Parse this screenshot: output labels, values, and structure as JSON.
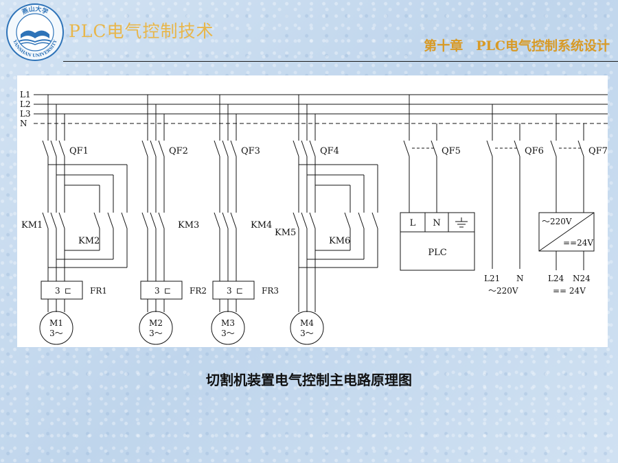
{
  "header": {
    "logo_text_top": "燕山大学",
    "logo_text_bottom": "YANSHAN UNIVERSITY",
    "course_title": "PLC电气控制技术",
    "chapter_title": "第十章　PLC电气控制系统设计"
  },
  "diagram": {
    "bus_labels": [
      "L1",
      "L2",
      "L3",
      "N"
    ],
    "breakers": [
      "QF1",
      "QF2",
      "QF3",
      "QF4",
      "QF5",
      "QF6",
      "QF7"
    ],
    "contactors": [
      "KM1",
      "KM2",
      "KM3",
      "KM4",
      "KM5",
      "KM6"
    ],
    "relays": [
      {
        "num": "3",
        "symbol": "⊏",
        "label": "FR1"
      },
      {
        "num": "3",
        "symbol": "⊏",
        "label": "FR2"
      },
      {
        "num": "3",
        "symbol": "⊏",
        "label": "FR3"
      }
    ],
    "motors": [
      {
        "name": "M1",
        "phase": "3～"
      },
      {
        "name": "M2",
        "phase": "3～"
      },
      {
        "name": "M3",
        "phase": "3～"
      },
      {
        "name": "M4",
        "phase": "3～"
      }
    ],
    "plc": {
      "terminals": [
        "L",
        "N",
        "⏚"
      ],
      "label": "PLC"
    },
    "psu": {
      "input": "～220V",
      "output": "==24V"
    },
    "outputs": {
      "ac_left": "L21",
      "ac_right": "N",
      "ac_value": "～220V",
      "dc_left": "L24",
      "dc_right": "N24",
      "dc_value": "== 24V"
    }
  },
  "caption": "切割机装置电气控制主电路原理图"
}
